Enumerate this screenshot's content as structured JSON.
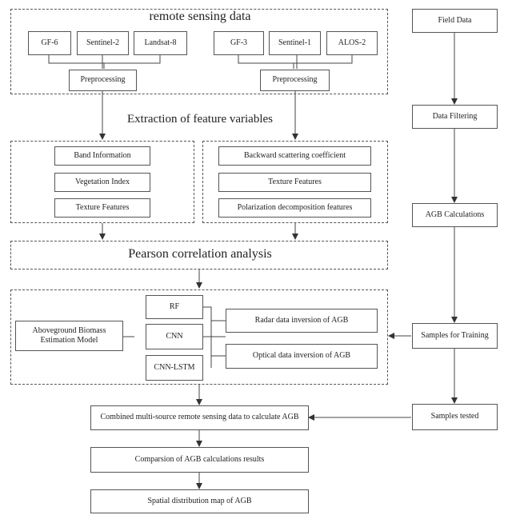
{
  "groups": {
    "remote_sensing_title": "remote sensing data",
    "extraction_title": "Extraction of feature variables",
    "pearson_title": "Pearson correlation analysis"
  },
  "optical": {
    "sources": [
      "GF-6",
      "Sentinel-2",
      "Landsat-8"
    ],
    "preprocessing": "Preprocessing",
    "features": [
      "Band Information",
      "Vegetation Index",
      "Texture Features"
    ]
  },
  "radar": {
    "sources": [
      "GF-3",
      "Sentinel-1",
      "ALOS-2"
    ],
    "preprocessing": "Preprocessing",
    "features": [
      "Backward scattering coefficient",
      "Texture Features",
      "Polarization decomposition features"
    ]
  },
  "model": {
    "estimation_model": "Aboveground Biomass Estimation Model",
    "algorithms": [
      "RF",
      "CNN",
      "CNN-LSTM"
    ],
    "inversions": [
      "Radar data inversion of AGB",
      "Optical data inversion of AGB"
    ]
  },
  "field": {
    "steps": [
      "Field Data",
      "Data Filtering",
      "AGB Calculations",
      "Samples for Training",
      "Samples tested"
    ]
  },
  "outputs": [
    "Combined multi-source remote sensing data to calculate AGB",
    "Comparsion of AGB calculations results",
    "Spatial distribution map of AGB"
  ]
}
